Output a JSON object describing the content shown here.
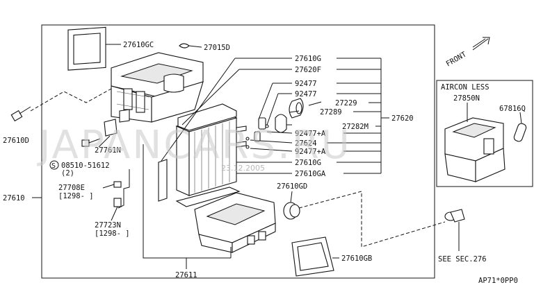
{
  "parts": {
    "p27610GC": "27610GC",
    "p27015D": "27015D",
    "p27610G_a": "27610G",
    "p27620F": "27620F",
    "p92477_a": "92477",
    "p92477_b": "92477",
    "p27229": "27229",
    "p27289": "27289",
    "p27620": "27620",
    "p27282M": "27282M",
    "p92477A_a": "92477+A",
    "p27624": "27624",
    "p92477A_b": "92477+A",
    "p27610G_b": "27610G",
    "p27610GA": "27610GA",
    "p27610GD": "27610GD",
    "p27610GB": "27610GB",
    "p27611": "27611",
    "p27610D": "27610D",
    "p27761N": "27761N",
    "p08510": "08510-51612",
    "p08510_circle": "S",
    "p08510_qty": "(2)",
    "p27708E": "27708E",
    "p27708E_range": "[1298-  ]",
    "p27723N": "27723N",
    "p27723N_range": "[1298-  ]",
    "p27610": "27610"
  },
  "inset": {
    "title": "AIRCON LESS",
    "p27850N": "27850N",
    "p67816Q": "67816Q"
  },
  "front_label": "FRONT",
  "see_sec": "SEE SEC.276",
  "diagram_code": "AP71*0PP0",
  "watermark": "JAPANCARS.RU",
  "watermark_date": "23.12.2005"
}
